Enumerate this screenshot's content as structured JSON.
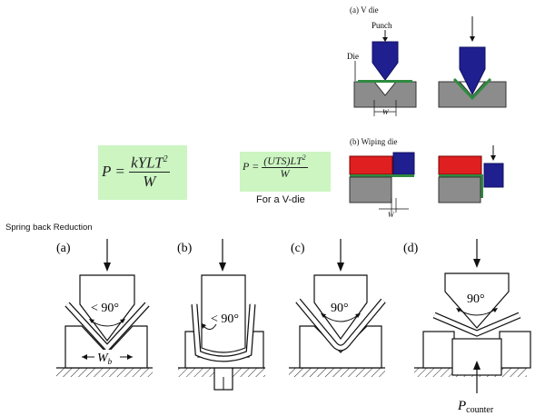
{
  "die_types": {
    "v_die": {
      "caption": "(a)  V  die",
      "punch_label": "Punch",
      "die_label": "Die",
      "width_label": "W"
    },
    "wiping_die": {
      "caption": "(b)  Wiping  die",
      "width_label": "W"
    }
  },
  "formulas": {
    "general": {
      "lhs": "P =",
      "numerator": "kYLT",
      "exponent": "2",
      "denominator": "W"
    },
    "v_die": {
      "lhs": "P =",
      "numerator": "(UTS)LT",
      "exponent": "2",
      "denominator": "W",
      "note": "For a V-die"
    }
  },
  "springback": {
    "section_title": "Spring back Reduction",
    "panels": [
      {
        "label": "(a)",
        "angle": "< 90°",
        "width_label": "W",
        "width_sub": "b"
      },
      {
        "label": "(b)",
        "angle": "< 90°"
      },
      {
        "label": "(c)",
        "angle": "90°"
      },
      {
        "label": "(d)",
        "angle": "90°",
        "force_label": "P",
        "force_sub": "counter"
      }
    ]
  },
  "colors": {
    "punch": "#1f1f8f",
    "sheet": "#2e8b40",
    "die": "#8c8c8c",
    "pad": "#e02020",
    "formula_bg": "#ccf5c2"
  }
}
